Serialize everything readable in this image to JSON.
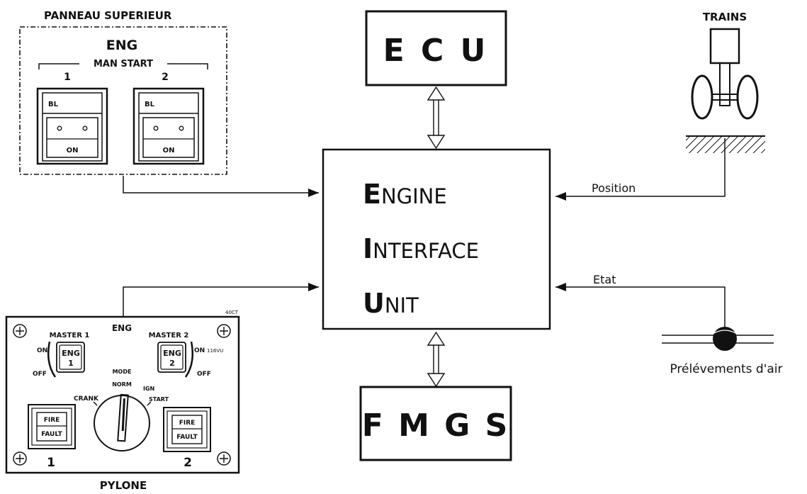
{
  "overhead": {
    "title": "PANNEAU SUPERIEUR",
    "eng": "ENG",
    "man_start": "MAN START",
    "sw1_num": "1",
    "sw2_num": "2",
    "sw_bl": "BL",
    "sw_on": "ON"
  },
  "ecu": {
    "label": "E C U"
  },
  "fmgs": {
    "label": "F M G S"
  },
  "eiu": {
    "line1_cap": "E",
    "line1_rest": "NGINE",
    "line2_cap": "I",
    "line2_rest": "NTERFACE",
    "line3_cap": "U",
    "line3_rest": "NIT"
  },
  "trains": {
    "title": "TRAINS",
    "position": "Position"
  },
  "air": {
    "etat": "Etat",
    "label": "Prélévements d'air"
  },
  "pylone": {
    "title": "PYLONE",
    "eng": "ENG",
    "corner_ref": "40CT",
    "master1": "MASTER 1",
    "master2": "MASTER 2",
    "btn_eng": "ENG",
    "btn1_num": "1",
    "btn2_num": "2",
    "on": "ON",
    "off": "OFF",
    "vu": "116VU",
    "mode": "MODE",
    "norm": "NORM",
    "crank": "CRANK",
    "ign": "IGN",
    "start": "START",
    "fire": "FIRE",
    "fault": "FAULT",
    "num1": "1",
    "num2": "2"
  }
}
